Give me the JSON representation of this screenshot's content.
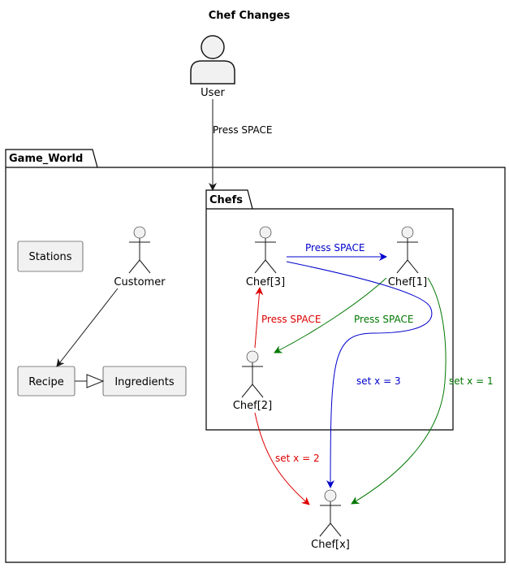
{
  "title": "Chef Changes",
  "user": {
    "label": "User"
  },
  "packages": {
    "game_world": "Game_World",
    "chefs": "Chefs"
  },
  "components": {
    "stations": "Stations",
    "recipe": "Recipe",
    "ingredients": "Ingredients"
  },
  "actors": {
    "customer": "Customer",
    "chef3": "Chef[3]",
    "chef1": "Chef[1]",
    "chef2": "Chef[2]",
    "chefx": "Chef[x]"
  },
  "edges": {
    "user_to_chefs": "Press SPACE",
    "chef3_to_chef1": "Press SPACE",
    "chef1_to_chef2": "Press SPACE",
    "chef2_to_chef3": "Press SPACE",
    "chef3_to_chefx": "set x = 3",
    "chef1_to_chefx": "set x = 1",
    "chef2_to_chefx": "set x = 2"
  },
  "colors": {
    "blue": "#0000cc",
    "green": "#007700",
    "red": "#dd0000",
    "black": "#181818"
  }
}
